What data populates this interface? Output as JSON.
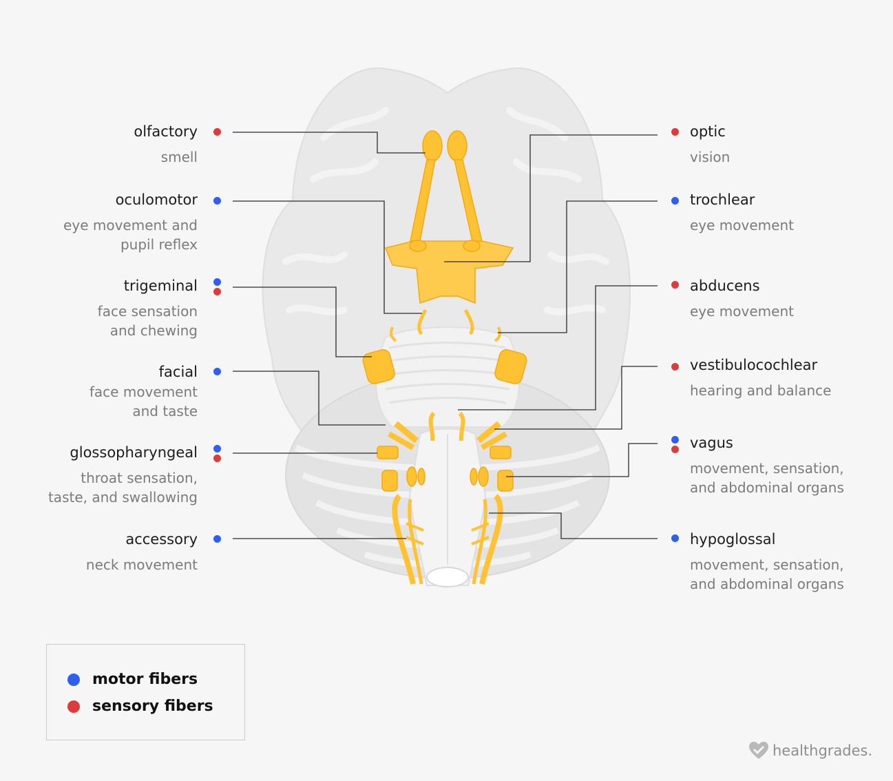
{
  "nerves_left": [
    {
      "name": "olfactory",
      "desc": "smell",
      "fibers": [
        "sensory"
      ]
    },
    {
      "name": "oculomotor",
      "desc": "eye movement and\npupil reflex",
      "fibers": [
        "motor"
      ]
    },
    {
      "name": "trigeminal",
      "desc": "face sensation\nand chewing",
      "fibers": [
        "motor",
        "sensory"
      ]
    },
    {
      "name": "facial",
      "desc": "face movement\nand taste",
      "fibers": [
        "motor"
      ]
    },
    {
      "name": "glossopharyngeal",
      "desc": "throat sensation,\ntaste, and swallowing",
      "fibers": [
        "motor",
        "sensory"
      ]
    },
    {
      "name": "accessory",
      "desc": "neck movement",
      "fibers": [
        "motor"
      ]
    }
  ],
  "nerves_right": [
    {
      "name": "optic",
      "desc": "vision",
      "fibers": [
        "sensory"
      ]
    },
    {
      "name": "trochlear",
      "desc": "eye movement",
      "fibers": [
        "motor"
      ]
    },
    {
      "name": "abducens",
      "desc": "eye movement",
      "fibers": [
        "sensory"
      ]
    },
    {
      "name": "vestibulocochlear",
      "desc": "hearing and balance",
      "fibers": [
        "sensory"
      ]
    },
    {
      "name": "vagus",
      "desc": "movement, sensation,\nand abdominal organs",
      "fibers": [
        "motor",
        "sensory"
      ]
    },
    {
      "name": "hypoglossal",
      "desc": "movement, sensation,\nand abdominal organs",
      "fibers": [
        "motor"
      ]
    }
  ],
  "legend": {
    "motor": "motor fibers",
    "sensory": "sensory fibers"
  },
  "colors": {
    "motor": "#2f5ff0",
    "sensory": "#dc3c3c",
    "nerve": "#ffc233",
    "brain": "#e6e6e6"
  },
  "brand": {
    "text": "healthgrades.",
    "icon": "heart-check-icon"
  }
}
